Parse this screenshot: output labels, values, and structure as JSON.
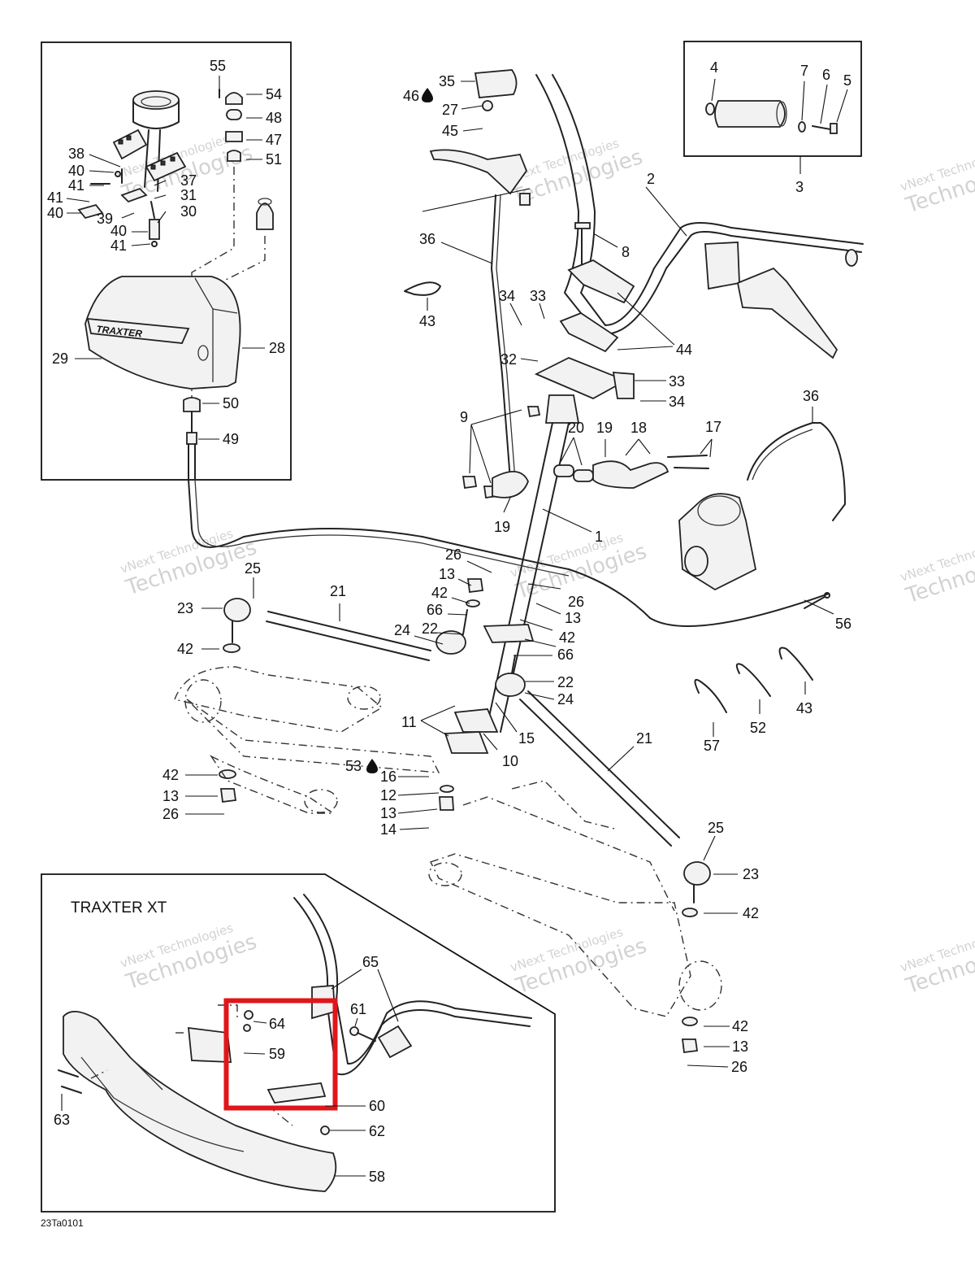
{
  "inset_title": "TRAXTER XT",
  "reference_code": "23Ta0101",
  "brand_text": "TRAXTER",
  "watermark": {
    "line1": "vNext Technologies",
    "line2": "Technologies"
  },
  "highlight_color": "#e0161b",
  "callouts": [
    {
      "label": "55"
    },
    {
      "label": "54"
    },
    {
      "label": "48"
    },
    {
      "label": "47"
    },
    {
      "label": "51"
    },
    {
      "label": "38"
    },
    {
      "label": "40"
    },
    {
      "label": "37"
    },
    {
      "label": "41"
    },
    {
      "label": "31"
    },
    {
      "label": "41"
    },
    {
      "label": "40"
    },
    {
      "label": "39"
    },
    {
      "label": "30"
    },
    {
      "label": "40"
    },
    {
      "label": "41"
    },
    {
      "label": "29"
    },
    {
      "label": "28"
    },
    {
      "label": "50"
    },
    {
      "label": "49"
    },
    {
      "label": "35"
    },
    {
      "label": "46"
    },
    {
      "label": "27"
    },
    {
      "label": "45"
    },
    {
      "label": "2"
    },
    {
      "label": "8"
    },
    {
      "label": "36"
    },
    {
      "label": "43"
    },
    {
      "label": "34"
    },
    {
      "label": "33"
    },
    {
      "label": "44"
    },
    {
      "label": "32"
    },
    {
      "label": "33"
    },
    {
      "label": "34"
    },
    {
      "label": "9"
    },
    {
      "label": "20"
    },
    {
      "label": "19"
    },
    {
      "label": "18"
    },
    {
      "label": "17"
    },
    {
      "label": "36"
    },
    {
      "label": "19"
    },
    {
      "label": "1"
    },
    {
      "label": "4"
    },
    {
      "label": "7"
    },
    {
      "label": "6"
    },
    {
      "label": "5"
    },
    {
      "label": "3"
    },
    {
      "label": "26"
    },
    {
      "label": "13"
    },
    {
      "label": "42"
    },
    {
      "label": "66"
    },
    {
      "label": "22"
    },
    {
      "label": "24"
    },
    {
      "label": "26"
    },
    {
      "label": "13"
    },
    {
      "label": "42"
    },
    {
      "label": "66"
    },
    {
      "label": "22"
    },
    {
      "label": "24"
    },
    {
      "label": "25"
    },
    {
      "label": "21"
    },
    {
      "label": "23"
    },
    {
      "label": "42"
    },
    {
      "label": "56"
    },
    {
      "label": "11"
    },
    {
      "label": "15"
    },
    {
      "label": "10"
    },
    {
      "label": "21"
    },
    {
      "label": "57"
    },
    {
      "label": "52"
    },
    {
      "label": "43"
    },
    {
      "label": "53"
    },
    {
      "label": "16"
    },
    {
      "label": "12"
    },
    {
      "label": "13"
    },
    {
      "label": "14"
    },
    {
      "label": "42"
    },
    {
      "label": "13"
    },
    {
      "label": "26"
    },
    {
      "label": "25"
    },
    {
      "label": "23"
    },
    {
      "label": "42"
    },
    {
      "label": "42"
    },
    {
      "label": "13"
    },
    {
      "label": "26"
    },
    {
      "label": "65"
    },
    {
      "label": "64"
    },
    {
      "label": "59"
    },
    {
      "label": "61"
    },
    {
      "label": "60"
    },
    {
      "label": "63"
    },
    {
      "label": "62"
    },
    {
      "label": "58"
    }
  ]
}
